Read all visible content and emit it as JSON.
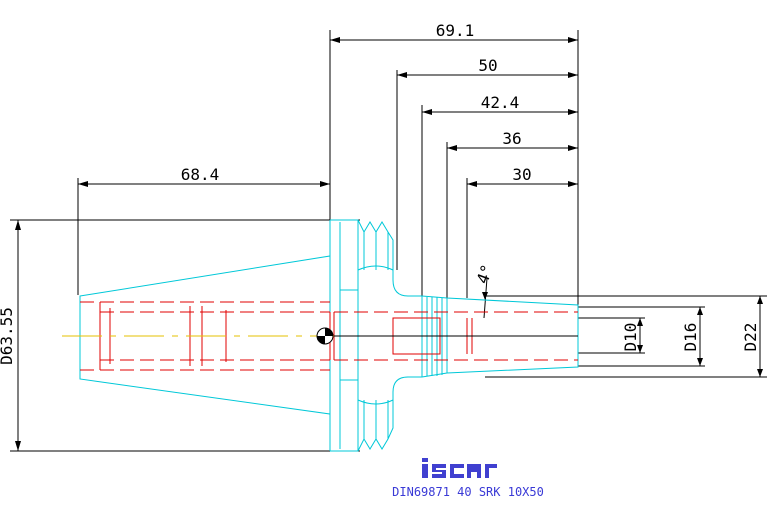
{
  "dimensions": {
    "top_lengths": [
      "69.1",
      "50",
      "42.4",
      "36",
      "30"
    ],
    "taper_length": "68.4",
    "flange_diameter": "D63.55",
    "angle": "4°",
    "diameters": [
      "D10",
      "D16",
      "D22"
    ]
  },
  "logo": {
    "brand": "iscar",
    "color": "#4040d0"
  },
  "caption": "DIN69871 40 SRK 10X50",
  "colors": {
    "outline": "#00c8d8",
    "bore": "#e00000",
    "dimension": "#000000",
    "centerline": "#e6c000",
    "caption": "#3a3ad6"
  }
}
